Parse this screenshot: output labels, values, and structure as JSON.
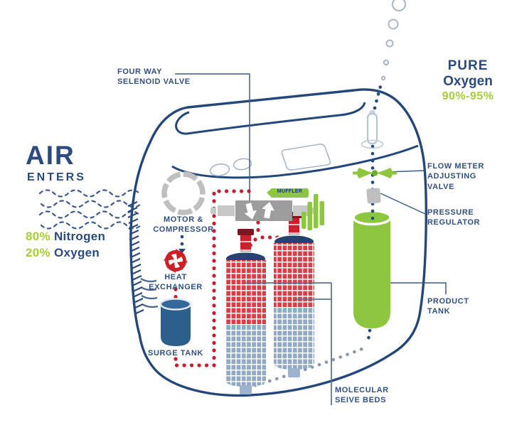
{
  "air": {
    "title": "AIR",
    "subtitle": "ENTERS"
  },
  "intake_composition": {
    "nitrogen_pct": "80%",
    "nitrogen": "Nitrogen",
    "oxygen_pct": "20%",
    "oxygen": "Oxygen"
  },
  "output": {
    "word1": "PURE",
    "word2": "Oxygen",
    "purity": "90%-95%"
  },
  "labels": {
    "four_way_valve": "FOUR WAY\nSELENOID VALVE",
    "motor": "MOTOR &\nCOMPRESSOR",
    "heat_exchanger": "HEAT\nEXCHANGER",
    "surge_tank": "SURGE TANK",
    "muffler": "MUFFLER",
    "flow_meter": "FLOW METER\nADJUSTING\nVALVE",
    "pressure_regulator": "PRESSURE\nREGULATOR",
    "product_tank": "PRODUCT\nTANK",
    "molecular_sieve_beds": "MOLECULAR\nSEIVE BEDS"
  },
  "icons": {
    "motor_compressor": "fan-swirl-icon",
    "heat_exchanger": "cycle-arrows-icon",
    "four_way_valve": "valve-assembly-icon",
    "muffler": "muffler-bars-icon",
    "flow_adjusting_valve": "bowtie-valve-icon",
    "pressure_regulator": "regulator-block-icon",
    "air_intake": "wavy-air-lines-icon",
    "oxygen_out": "bubbles-icon"
  },
  "colors": {
    "navy": "#2b4a7d",
    "outline_navy": "#24477b",
    "green": "#a6cd38",
    "tank_green": "#8dc63f",
    "red": "#c41f2e",
    "sieve_red": "#e23b44",
    "sieve_blue": "#8fa9c7",
    "gray": "#bfbfbf"
  }
}
